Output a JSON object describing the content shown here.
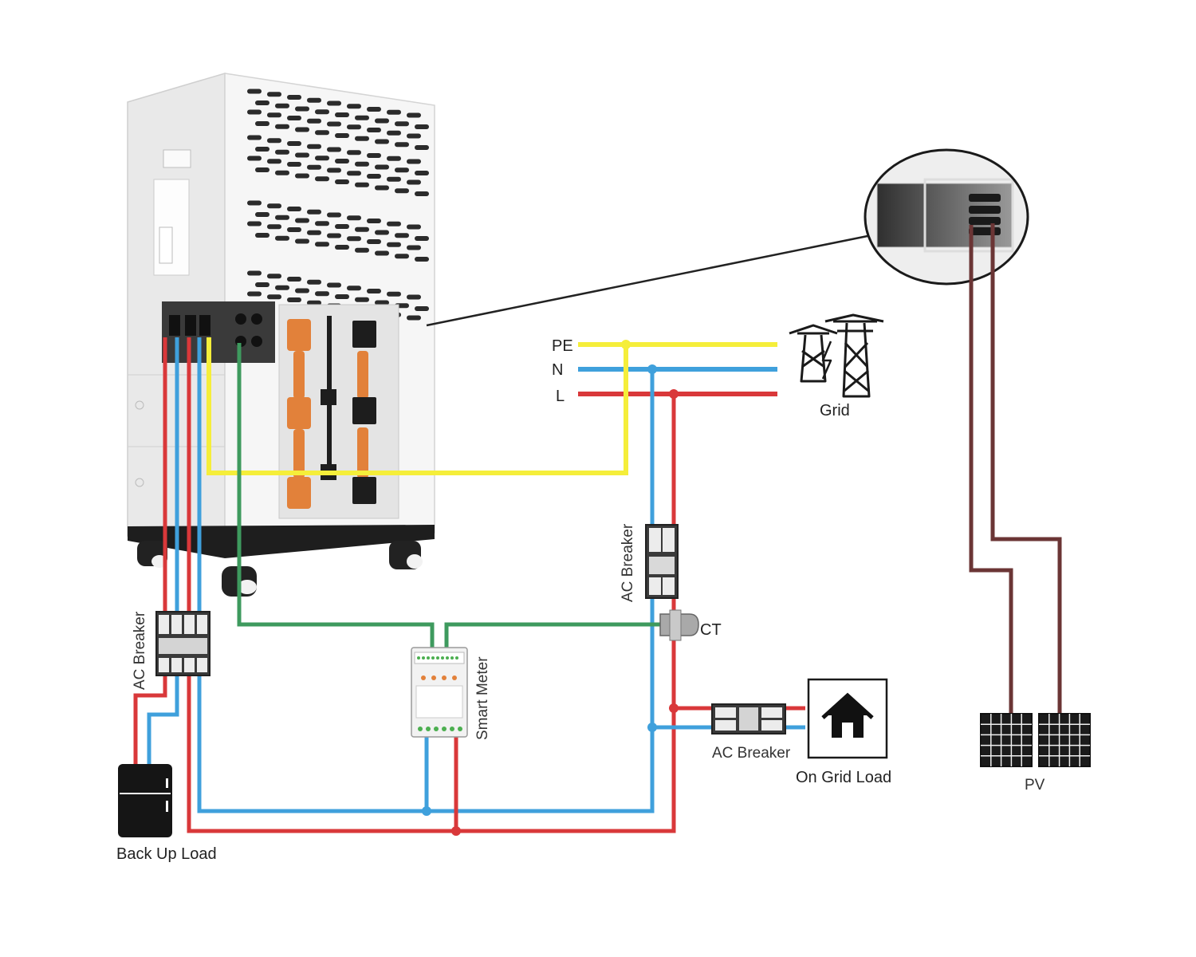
{
  "labels": {
    "pe": "PE",
    "n": "N",
    "l": "L",
    "grid": "Grid",
    "ac_breaker_left": "AC Breaker",
    "ac_breaker_mid": "AC Breaker",
    "ac_breaker_bottom": "AC Breaker",
    "ct": "CT",
    "smart_meter": "Smart Meter",
    "on_grid_load": "On Grid Load",
    "back_up_load": "Back Up Load",
    "pv": "PV"
  },
  "colors": {
    "pe": "#f5ee3a",
    "n": "#3fa0dc",
    "l": "#d9383a",
    "comm": "#3e9a5e",
    "pv": "#6b3535",
    "unit_body": "#f1f1f1",
    "dark": "#1a1a1a",
    "orange": "#e2813a"
  },
  "icons": {
    "grid": "transmission-tower-icon",
    "house": "house-icon",
    "backup": "refrigerator-icon",
    "pv": "solar-panel-icon"
  }
}
